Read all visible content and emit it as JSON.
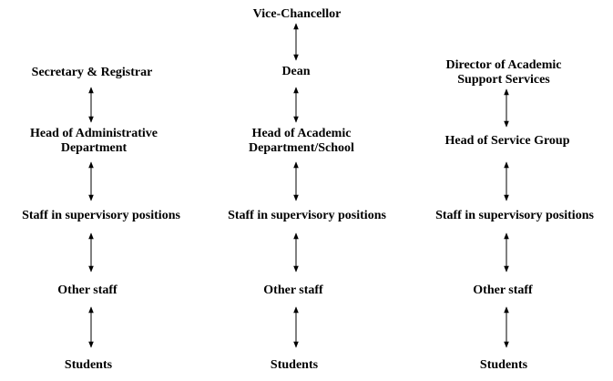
{
  "chart": {
    "nodes": {
      "vc": "Vice-Chancellor",
      "sec": "Secretary & Registrar",
      "head_admin": [
        "Head of Administrative",
        "Department"
      ],
      "staff_sup_1": "Staff in supervisory positions",
      "other_1": "Other staff",
      "students_1": "Students",
      "dean": "Dean",
      "head_acad": [
        "Head of Academic",
        "Department/School"
      ],
      "staff_sup_2": "Staff in supervisory positions",
      "other_2": "Other staff",
      "students_2": "Students",
      "dir": [
        "Director of Academic",
        "Support Services"
      ],
      "head_service": "Head of Service Group",
      "staff_sup_3": "Staff in supervisory positions",
      "other_3": "Other staff",
      "students_3": "Students"
    },
    "links": [
      [
        "vc",
        "dean"
      ],
      [
        "sec",
        "head_admin"
      ],
      [
        "head_admin",
        "staff_sup_1"
      ],
      [
        "staff_sup_1",
        "other_1"
      ],
      [
        "other_1",
        "students_1"
      ],
      [
        "dean",
        "head_acad"
      ],
      [
        "head_acad",
        "staff_sup_2"
      ],
      [
        "staff_sup_2",
        "other_2"
      ],
      [
        "other_2",
        "students_2"
      ],
      [
        "dir",
        "head_service"
      ],
      [
        "head_service",
        "staff_sup_3"
      ],
      [
        "staff_sup_3",
        "other_3"
      ],
      [
        "other_3",
        "students_3"
      ]
    ]
  }
}
